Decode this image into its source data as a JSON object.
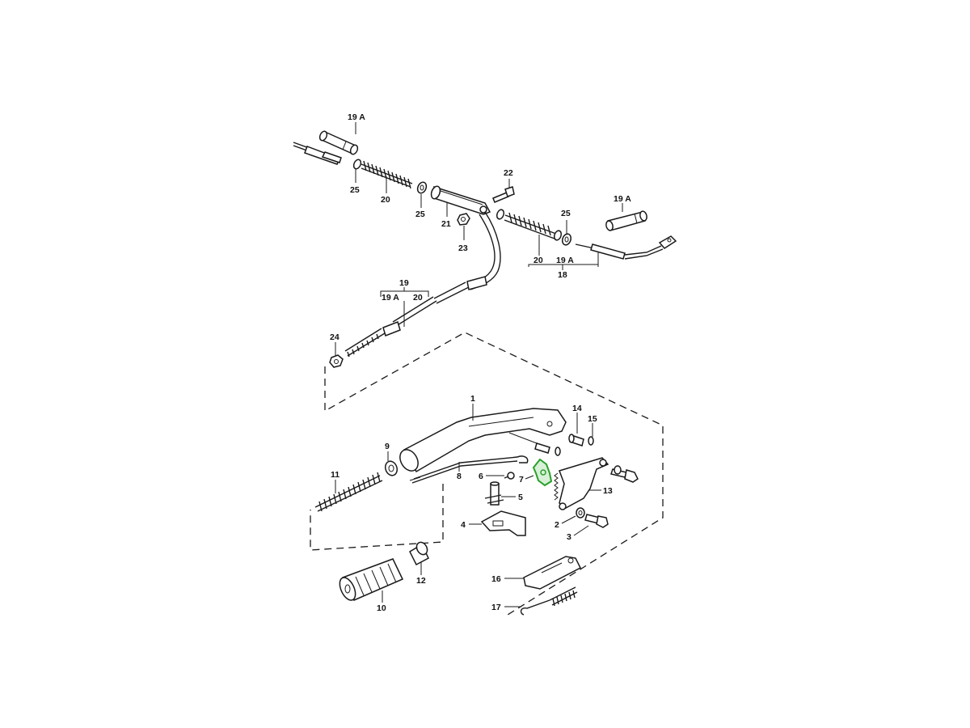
{
  "highlight_color": "#2aa02a",
  "labels": [
    {
      "id": "l19a-top",
      "text": "19 A"
    },
    {
      "id": "l25-left",
      "text": "25"
    },
    {
      "id": "l20-left",
      "text": "20"
    },
    {
      "id": "l25-mid",
      "text": "25"
    },
    {
      "id": "l21",
      "text": "21"
    },
    {
      "id": "l22",
      "text": "22"
    },
    {
      "id": "l23",
      "text": "23"
    },
    {
      "id": "l19a-right",
      "text": "19 A"
    },
    {
      "id": "l25-right",
      "text": "25"
    },
    {
      "id": "l20-right",
      "text": "20"
    },
    {
      "id": "l19a-right2",
      "text": "19 A"
    },
    {
      "id": "l18",
      "text": "18"
    },
    {
      "id": "l19",
      "text": "19"
    },
    {
      "id": "l19a-left",
      "text": "19 A"
    },
    {
      "id": "l20-left2",
      "text": "20"
    },
    {
      "id": "l24",
      "text": "24"
    },
    {
      "id": "l1",
      "text": "1"
    },
    {
      "id": "l14",
      "text": "14"
    },
    {
      "id": "l15",
      "text": "15"
    },
    {
      "id": "l9",
      "text": "9"
    },
    {
      "id": "l11",
      "text": "11"
    },
    {
      "id": "l8",
      "text": "8"
    },
    {
      "id": "l6",
      "text": "6"
    },
    {
      "id": "l7",
      "text": "7"
    },
    {
      "id": "l5",
      "text": "5"
    },
    {
      "id": "l13",
      "text": "13"
    },
    {
      "id": "l4",
      "text": "4"
    },
    {
      "id": "l2",
      "text": "2"
    },
    {
      "id": "l3",
      "text": "3"
    },
    {
      "id": "l12",
      "text": "12"
    },
    {
      "id": "l16",
      "text": "16"
    },
    {
      "id": "l10",
      "text": "10"
    },
    {
      "id": "l17",
      "text": "17"
    }
  ]
}
